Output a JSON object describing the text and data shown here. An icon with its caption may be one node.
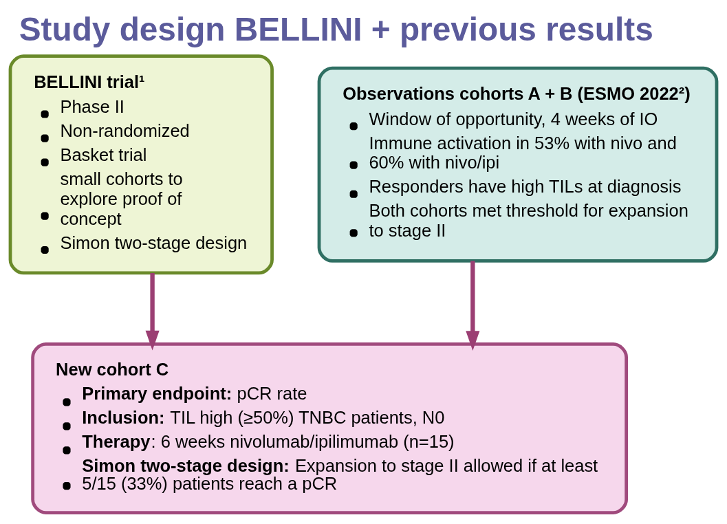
{
  "diagram": {
    "title": "Study design BELLINI + previous results",
    "nodes": [
      {
        "text": [
          "BELLINI trial¹",
          "Phase II",
          "Non-randomized",
          "Basket trial",
          "small cohorts to explore proof of concept",
          "Simon two-stage design"
        ]
      },
      {
        "text": [
          "Observations cohorts A + B (ESMO 2022²)",
          "Window of opportunity, 4 weeks of IO",
          "Immune activation in 53% with nivo and 60% with nivo/ipi",
          "Responders have high TILs at diagnosis",
          "Both cohorts met threshold for expansion to stage II"
        ]
      },
      {
        "text": [
          "New cohort C",
          "**Primary endpoint:** pCR rate",
          "**Inclusion:** TIL high (≥50%) TNBC patients, N0",
          "**Therapy**: 6 weeks nivolumab/ipilimumab (n=15)",
          "**Simon two-stage design:** Expansion to stage II allowed if at least 5/15 (33%) patients reach a pCR"
        ]
      }
    ],
    "edges": [
      {
        "from": 0,
        "to": 2,
        "arrow": "to"
      },
      {
        "from": 1,
        "to": 2,
        "arrow": "to"
      }
    ]
  }
}
